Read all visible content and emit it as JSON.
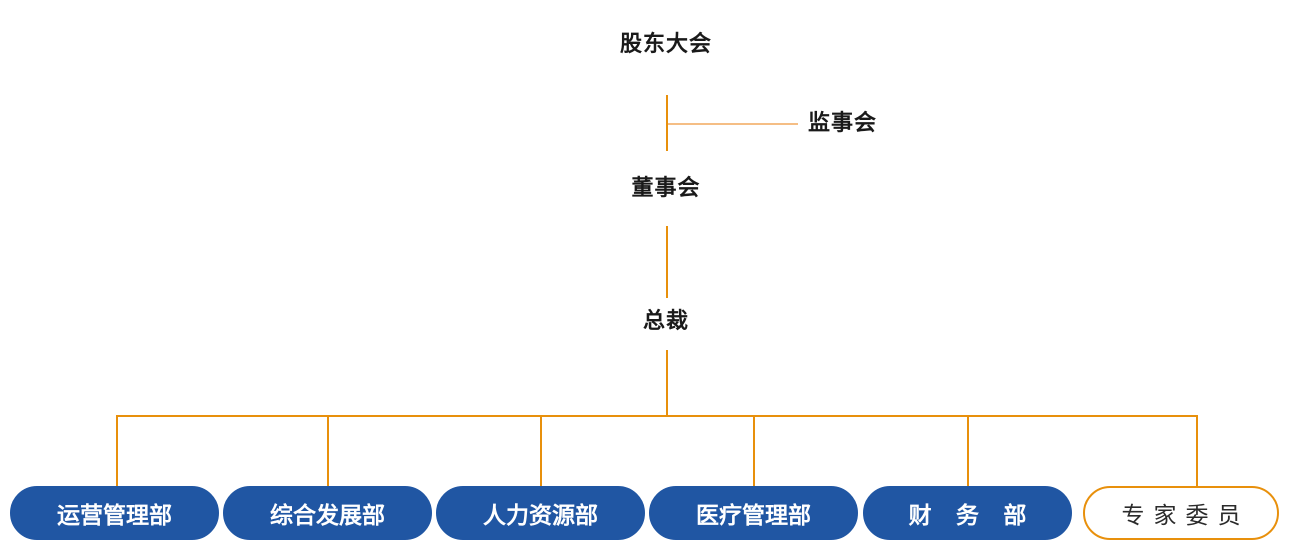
{
  "chart_title": "",
  "colors": {
    "line_primary": "#E8900C",
    "line_secondary": "#F5BE85",
    "pill_fill": "#2056A3",
    "pill_text": "#FFFFFF",
    "outlined_border": "#E8900C",
    "outlined_text": "#2B2B2B",
    "node_text": "#1A1A1A",
    "background": "#FFFFFF"
  },
  "hierarchy": {
    "shareholders_meeting": {
      "label": "股东大会"
    },
    "supervisory_board": {
      "label": "监事会"
    },
    "board_of_directors": {
      "label": "董事会"
    },
    "president": {
      "label": "总裁"
    }
  },
  "departments": [
    {
      "label": "运营管理部",
      "style": "filled"
    },
    {
      "label": "综合发展部",
      "style": "filled"
    },
    {
      "label": "人力资源部",
      "style": "filled"
    },
    {
      "label": "医疗管理部",
      "style": "filled"
    },
    {
      "label": "财 务 部",
      "style": "filled"
    },
    {
      "label": "专家委员",
      "style": "outlined"
    }
  ]
}
